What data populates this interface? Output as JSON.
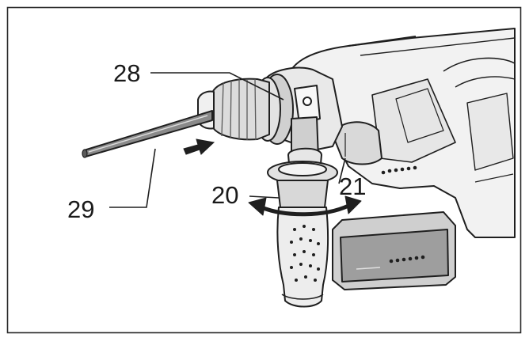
{
  "figure": {
    "callouts": [
      {
        "id": "28",
        "label": "28"
      },
      {
        "id": "29",
        "label": "29"
      },
      {
        "id": "20",
        "label": "20"
      },
      {
        "id": "21",
        "label": "21"
      }
    ]
  },
  "colors": {
    "stroke": "#1f1f1f",
    "body_fill": "#f2f2f2",
    "shade": "#bdbdbd",
    "dark": "#3a3a3a",
    "frame": "#2b2b2b"
  }
}
